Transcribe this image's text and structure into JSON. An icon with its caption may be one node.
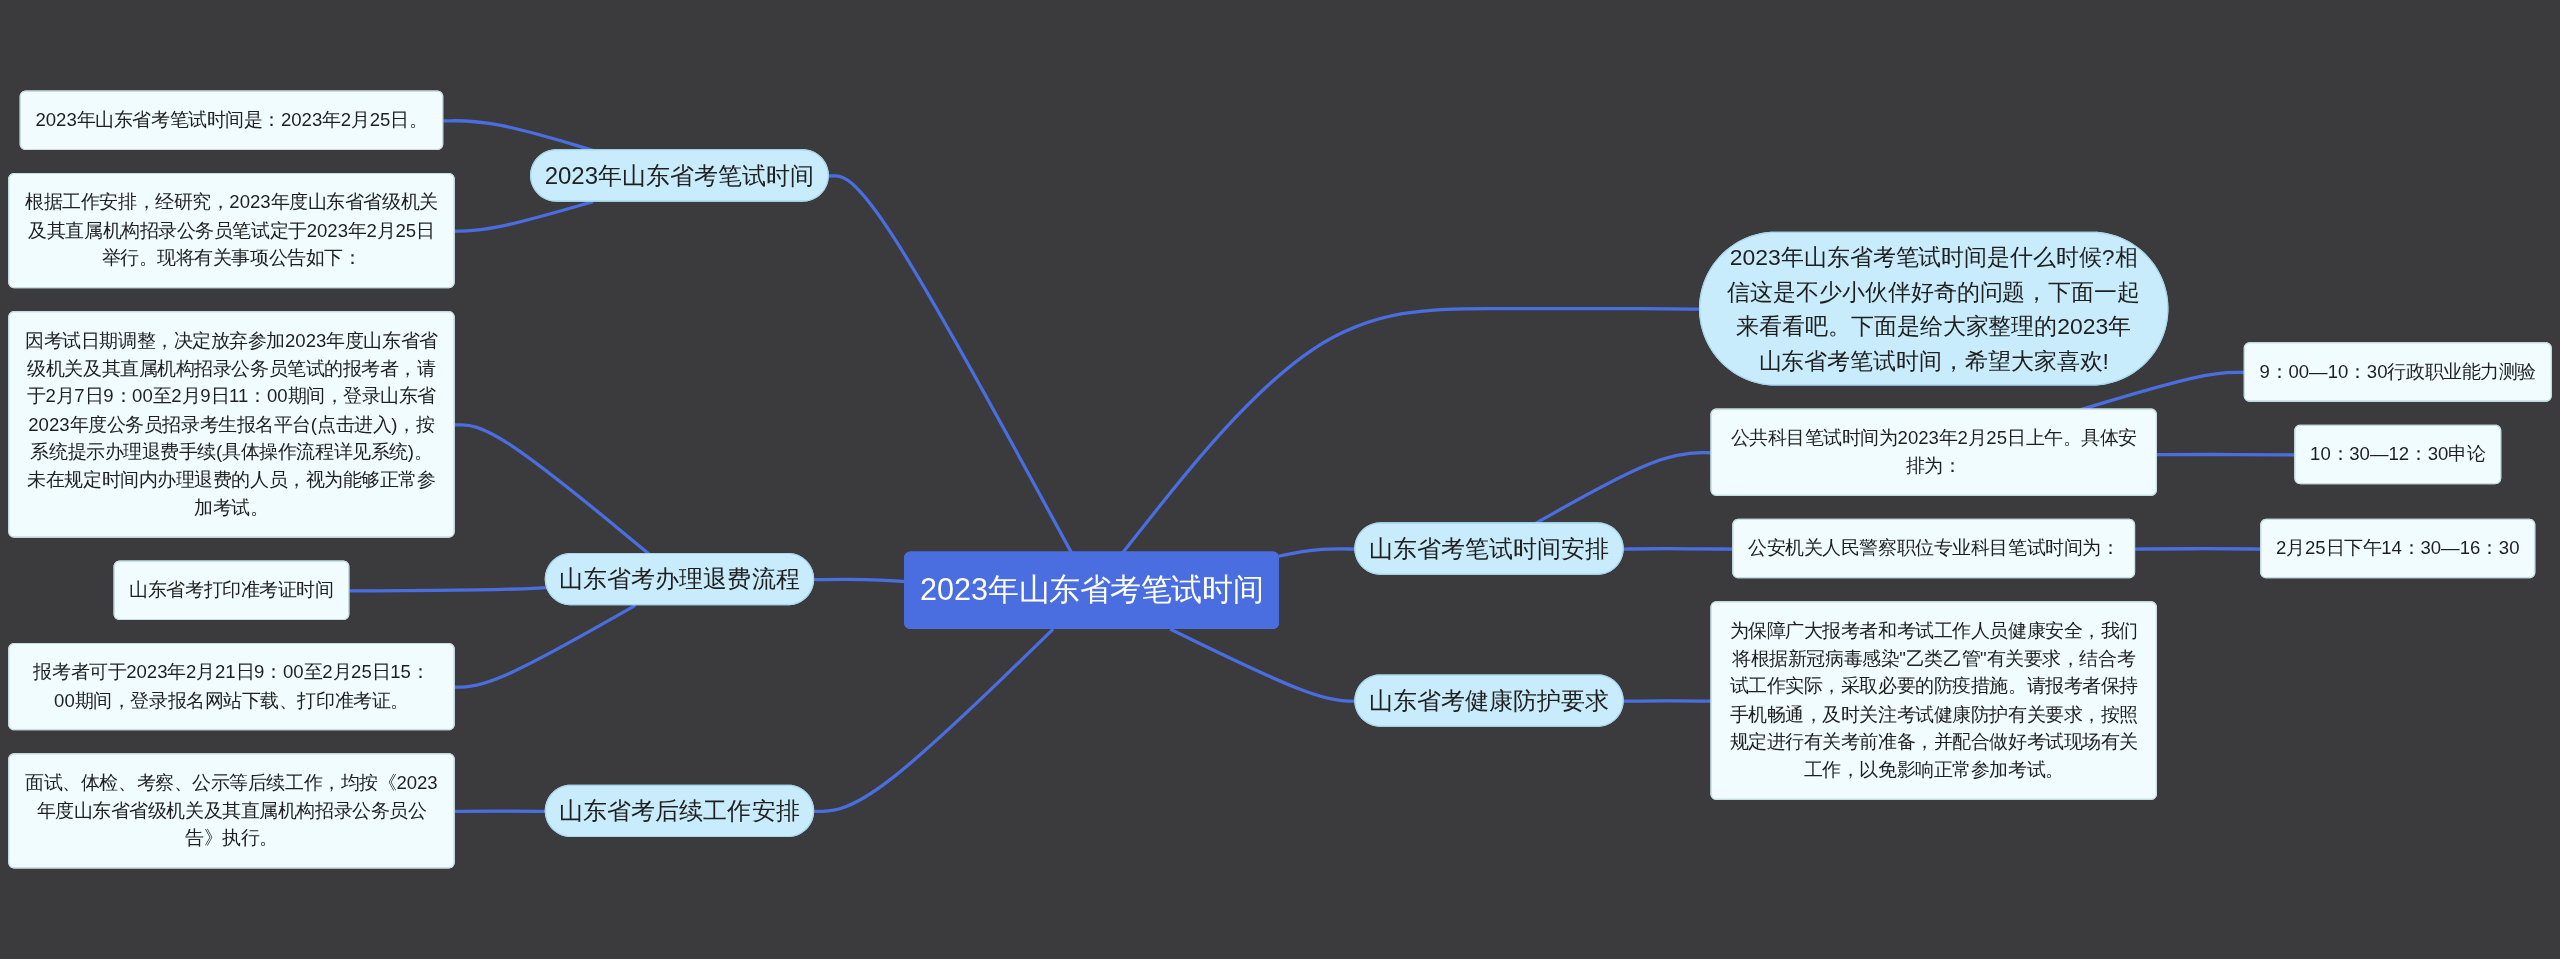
{
  "diagram": {
    "nodes": [
      {
        "text": [
          "2023年山东省考笔试时间"
        ]
      },
      {
        "text": [
          "2023年山东省考笔试时间"
        ]
      },
      {
        "text": [
          "2023年山东省考笔试时间是：2023年2月25日。"
        ]
      },
      {
        "text": [
          "根据工作安排，经研究，2023年度山东省省级机关及其直属机构招录公务员笔试定于2023年2月25日举行。现将有关事项公告如下："
        ]
      },
      {
        "text": [
          "山东省考办理退费流程"
        ]
      },
      {
        "text": [
          "因考试日期调整，决定放弃参加2023年度山东省省级机关及其直属机构招录公务员笔试的报考者，请于2月7日9：00至2月9日11：00期间，登录山东省2023年度公务员招录考生报名平台(点击进入)，按系统提示办理退费手续(具体操作流程详见系统)。未在规定时间内办理退费的人员，视为能够正常参加考试。"
        ]
      },
      {
        "text": [
          "山东省考打印准考证时间"
        ]
      },
      {
        "text": [
          "报考者可于2023年2月21日9：00至2月25日15：00期间，登录报名网站下载、打印准考证。"
        ]
      },
      {
        "text": [
          "山东省考后续工作安排"
        ]
      },
      {
        "text": [
          "面试、体检、考察、公示等后续工作，均按《2023年度山东省省级机关及其直属机构招录公务员公告》执行。"
        ]
      },
      {
        "text": [
          "2023年山东省考笔试时间是什么时候?相信这是不少小伙伴好奇的问题，下面一起来看看吧。下面是给大家整理的2023年山东省考笔试时间，希望大家喜欢!"
        ]
      },
      {
        "text": [
          "山东省考笔试时间安排"
        ]
      },
      {
        "text": [
          "公共科目笔试时间为2023年2月25日上午。具体安排为："
        ]
      },
      {
        "text": [
          "9：00—10：30行政职业能力测验"
        ]
      },
      {
        "text": [
          "10：30—12：30申论"
        ]
      },
      {
        "text": [
          "公安机关人民警察职位专业科目笔试时间为："
        ]
      },
      {
        "text": [
          "2月25日下午14：30—16：30"
        ]
      },
      {
        "text": [
          "山东省考健康防护要求"
        ]
      },
      {
        "text": [
          "为保障广大报考者和考试工作人员健康安全，我们将根据新冠病毒感染\"乙类乙管\"有关要求，结合考试工作实际，采取必要的防疫措施。请报考者保持手机畅通，及时关注考试健康防护有关要求，按照规定进行有关考前准备，并配合做好考试现场有关工作，以免影响正常参加考试。"
        ]
      }
    ],
    "edges": [
      {
        "from": 2,
        "to": 1,
        "arrow": "none"
      },
      {
        "from": 3,
        "to": 1,
        "arrow": "none"
      },
      {
        "from": 1,
        "to": 0,
        "arrow": "none"
      },
      {
        "from": 5,
        "to": 4,
        "arrow": "none"
      },
      {
        "from": 6,
        "to": 4,
        "arrow": "none"
      },
      {
        "from": 7,
        "to": 4,
        "arrow": "none"
      },
      {
        "from": 4,
        "to": 0,
        "arrow": "none"
      },
      {
        "from": 9,
        "to": 8,
        "arrow": "none"
      },
      {
        "from": 8,
        "to": 0,
        "arrow": "none"
      },
      {
        "from": 0,
        "to": 10,
        "arrow": "none"
      },
      {
        "from": 0,
        "to": 11,
        "arrow": "none"
      },
      {
        "from": 11,
        "to": 12,
        "arrow": "none"
      },
      {
        "from": 12,
        "to": 13,
        "arrow": "none"
      },
      {
        "from": 12,
        "to": 14,
        "arrow": "none"
      },
      {
        "from": 11,
        "to": 15,
        "arrow": "none"
      },
      {
        "from": 15,
        "to": 16,
        "arrow": "none"
      },
      {
        "from": 0,
        "to": 17,
        "arrow": "none"
      },
      {
        "from": 17,
        "to": 18,
        "arrow": "none"
      }
    ]
  }
}
